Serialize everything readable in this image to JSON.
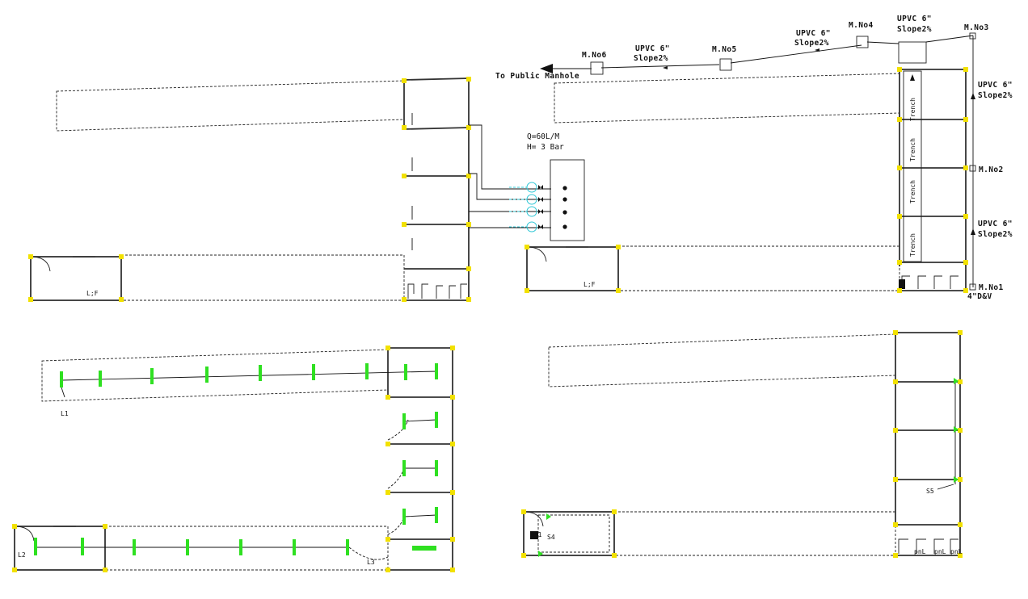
{
  "colors": {
    "column": "#f2e100",
    "light_fixture": "#2fe021",
    "valve": "#2fc7d6",
    "line": "#222222"
  },
  "drainage": {
    "outlet_label": "To Public Manhole",
    "manholes": [
      "M.No1",
      "M.No2",
      "M.No3",
      "M.No4",
      "M.No5",
      "M.No6"
    ],
    "pipe_spec": "UPVC 6\"",
    "slope": "Slope2%",
    "dv_label": "4\"D&V",
    "trench_label": "Trench"
  },
  "pump": {
    "flow": "Q=60L/M",
    "head": "H= 3 Bar"
  },
  "room_tags": {
    "stair": "L;F"
  },
  "electrical": {
    "circuits": [
      "L1",
      "L2",
      "L3"
    ],
    "board": "DB1",
    "sockets": [
      "S4",
      "S5"
    ],
    "pnl_labels": [
      "pnL",
      "pnL",
      "pnL"
    ]
  }
}
